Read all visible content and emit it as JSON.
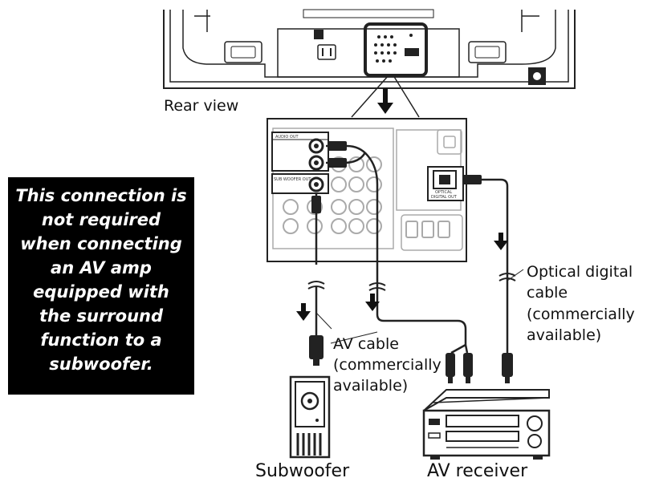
{
  "labels": {
    "rear_view": "Rear view",
    "av_cable": [
      "AV cable",
      "(commercially",
      "available)"
    ],
    "optical_cable": [
      "Optical digital",
      "cable",
      "(commercially",
      "available)"
    ],
    "subwoofer": "Subwoofer",
    "av_receiver": "AV receiver"
  },
  "note": {
    "lines": [
      "This connection is",
      "not required",
      "when connecting",
      "an AV amp",
      "equipped with",
      "the surround",
      "function to a",
      "subwoofer."
    ]
  },
  "panel_labels": {
    "audio_out": "AUDIO OUT",
    "subwoofer_out": "SUB WOOFER OUT",
    "optical": "OPTICAL",
    "digital_out": "DIGITAL OUT"
  }
}
